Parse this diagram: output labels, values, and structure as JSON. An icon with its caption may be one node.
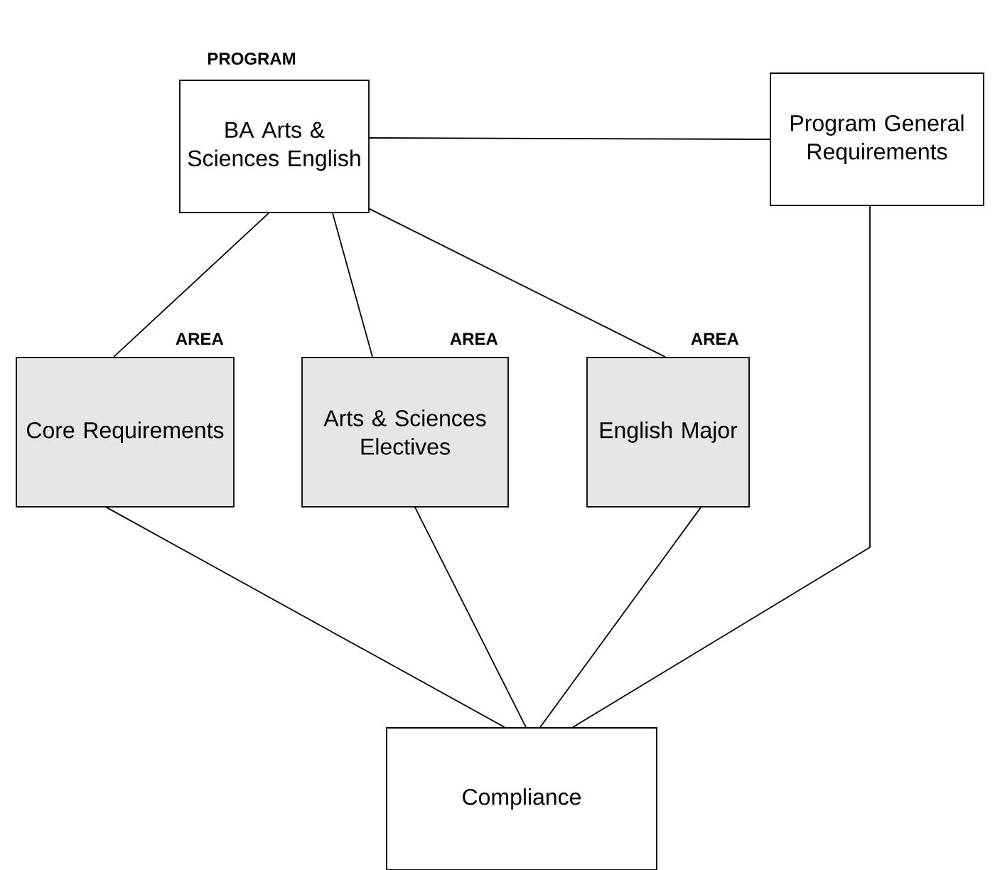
{
  "diagram": {
    "nodes": [
      {
        "text": [
          "PROGRAM",
          "BA Arts & Sciences English"
        ]
      },
      {
        "text": [
          "Program General Requirements"
        ]
      },
      {
        "text": [
          "AREA",
          "Core Requirements"
        ]
      },
      {
        "text": [
          "AREA",
          "Arts & Sciences Electives"
        ]
      },
      {
        "text": [
          "AREA",
          "English Major"
        ]
      },
      {
        "text": [
          "Compliance"
        ]
      }
    ],
    "edges": [
      {
        "from": 0,
        "to": 1,
        "arrow": "none"
      },
      {
        "from": 0,
        "to": 2,
        "arrow": "none"
      },
      {
        "from": 0,
        "to": 3,
        "arrow": "none"
      },
      {
        "from": 0,
        "to": 4,
        "arrow": "none"
      },
      {
        "from": 1,
        "to": 5,
        "arrow": "none"
      },
      {
        "from": 2,
        "to": 5,
        "arrow": "none"
      },
      {
        "from": 3,
        "to": 5,
        "arrow": "none"
      },
      {
        "from": 4,
        "to": 5,
        "arrow": "none"
      }
    ]
  }
}
